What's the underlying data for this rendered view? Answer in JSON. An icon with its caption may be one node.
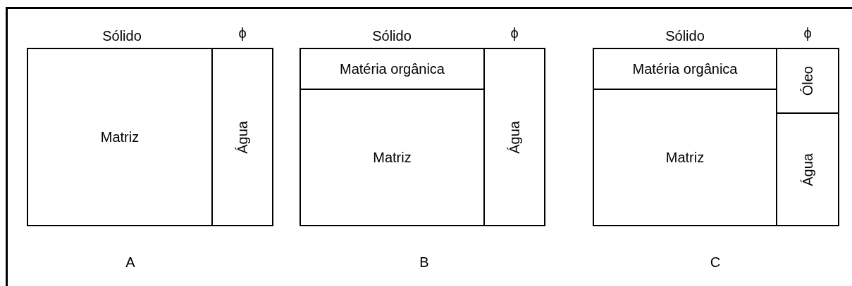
{
  "diagram": {
    "nodes": [
      {
        "text": [
          "Matriz"
        ]
      },
      {
        "text": [
          "Água"
        ]
      },
      {
        "text": [
          "Matéria orgânica"
        ]
      },
      {
        "text": [
          "Matriz"
        ]
      },
      {
        "text": [
          "Água"
        ]
      },
      {
        "text": [
          "Matéria orgânica"
        ]
      },
      {
        "text": [
          "Matriz"
        ]
      },
      {
        "text": [
          "Óleo"
        ]
      },
      {
        "text": [
          "Água"
        ]
      }
    ],
    "edges": [],
    "labels": [
      "Sólido",
      "ϕ",
      "Sólido",
      "ϕ",
      "Sólido",
      "ϕ",
      "A",
      "B",
      "C"
    ]
  }
}
